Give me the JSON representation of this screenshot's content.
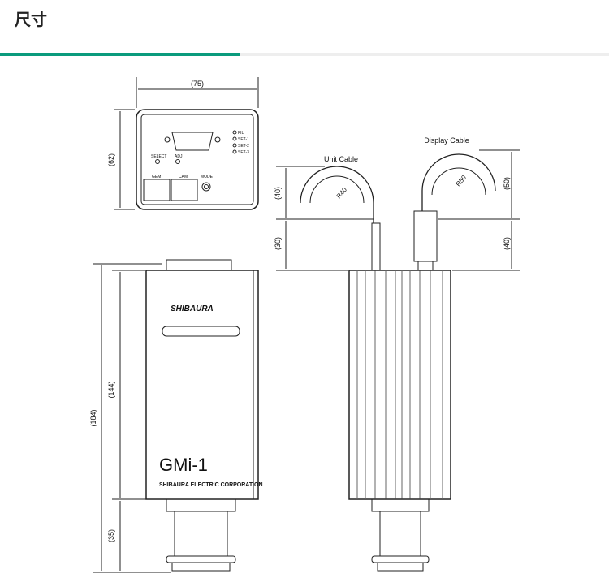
{
  "section_title": "尺寸",
  "accent_color": "#0a9b7d",
  "drawing": {
    "dims": {
      "width": "(75)",
      "height_front": "(62)",
      "total": "(184)",
      "body": "(144)",
      "neck": "(35)",
      "unit_cable_top": "(40)",
      "unit_cable_bottom": "(30)",
      "display_cable_top": "(50)",
      "display_cable_bottom": "(40)"
    },
    "radii": {
      "unit": "R40",
      "display": "R50"
    },
    "labels": {
      "unit_cable": "Unit Cable",
      "display_cable": "Display Cable"
    },
    "panel": {
      "leds": [
        "FIL",
        "SET-1",
        "SET-2",
        "SET-3"
      ],
      "select": "SELECT",
      "adj": "ADJ",
      "port1": "GEM",
      "port2": "CAM",
      "mode": "MODE"
    },
    "brand": "SHIBAURA",
    "model": "GMi-1",
    "company": "SHIBAURA ELECTRIC CORPORATION"
  }
}
